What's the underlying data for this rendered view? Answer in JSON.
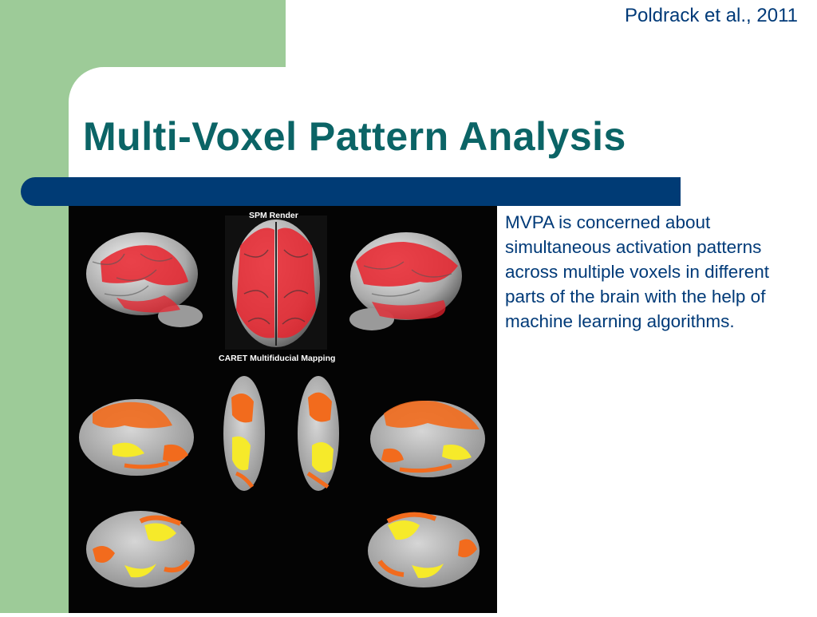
{
  "slide": {
    "citation": "Poldrack et al., 2011",
    "title": "Multi-Voxel Pattern Analysis",
    "body": "MVPA is concerned about simultaneous activation patterns across multiple voxels in different parts of the brain with the help of machine learning algorithms."
  },
  "figure": {
    "label_top": "SPM Render",
    "label_middle": "CARET Multifiducial Mapping"
  },
  "colors": {
    "green_band": "#9dcb98",
    "title_text": "#0b6466",
    "title_bar": "#003b75",
    "body_text": "#003a78",
    "activation_red": "#e8222c",
    "activation_orange": "#f26b1d",
    "activation_yellow": "#f6ea2a",
    "cortex_gray": "#b9b9b9"
  }
}
